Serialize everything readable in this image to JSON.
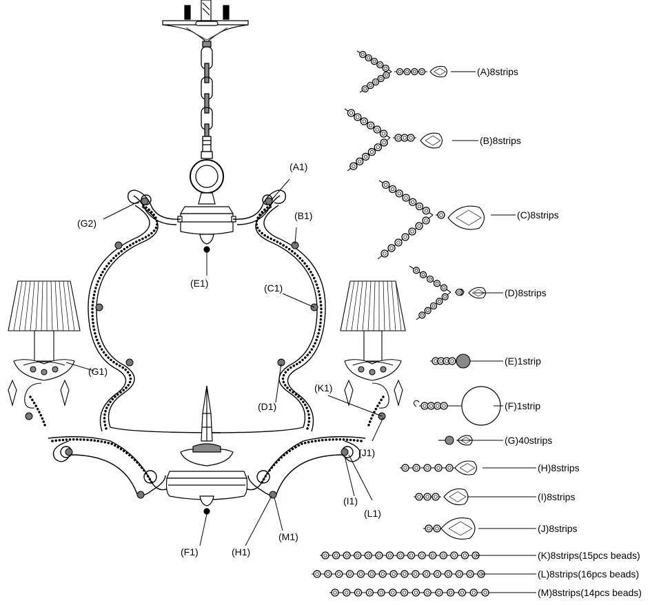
{
  "hardware": {
    "logo_text": "",
    "labels": {
      "a1": "(A1)",
      "b1": "(B1)",
      "c1": "(C1)",
      "d1": "(D1)",
      "e1": "(E1)",
      "f1": "(F1)",
      "g1": "(G1)",
      "g2": "(G2)",
      "h1": "(H1)",
      "i1": "(I1)",
      "j1": "(J1)",
      "k1": "(K1)",
      "l1": "(L1)",
      "m1": "(M1)"
    }
  },
  "parts": {
    "a": "(A)8strips",
    "b": "(B)8strips",
    "c": "(C)8strips",
    "d": "(D)8strips",
    "e": "(E)1strip",
    "f": "(F)1strip",
    "g": "(G)40strips",
    "h": "(H)8strips",
    "i": "(I)8strips",
    "j": "(J)8strips",
    "k": "(K)8strips(15pcs beads)",
    "l": "(L)8strips(16pcs beads)",
    "m": "(M)8strips(14pcs beads)"
  },
  "colors": {
    "line": "#000000",
    "fill_dark": "#555555",
    "fill_light": "#dddddd"
  }
}
